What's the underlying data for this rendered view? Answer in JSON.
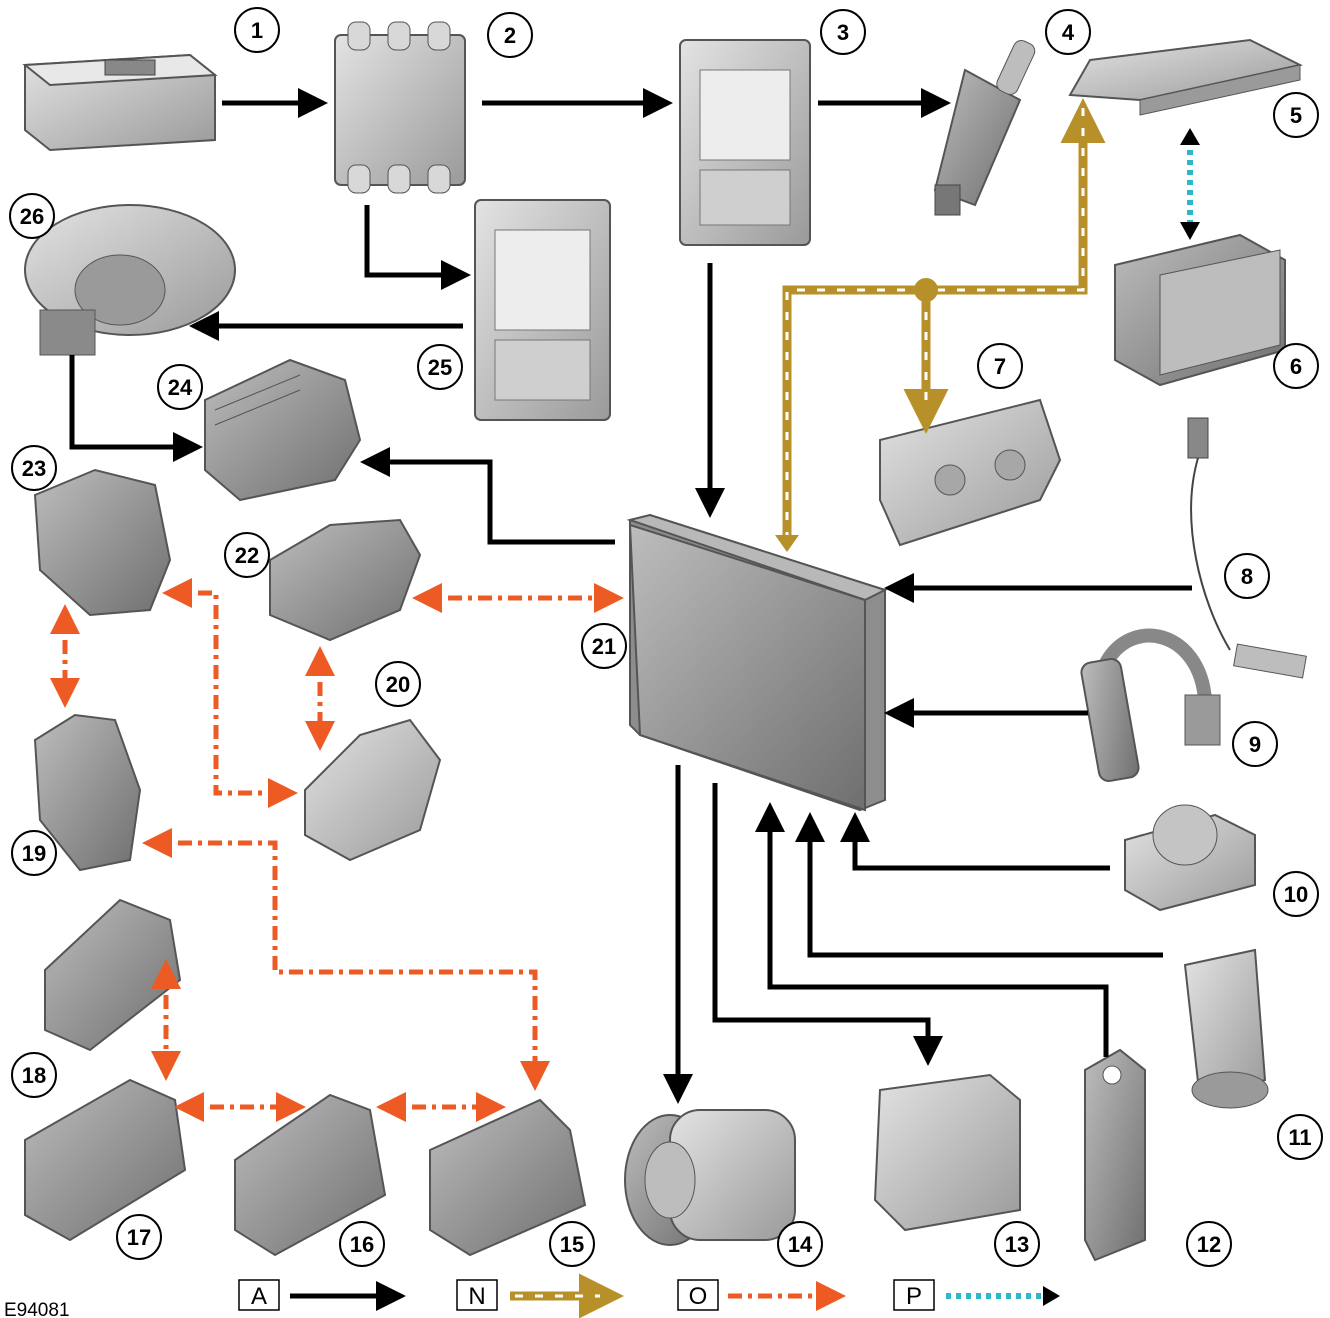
{
  "figure": {
    "reference": "E94081",
    "labels": {
      "n1": "1",
      "n2": "2",
      "n3": "3",
      "n4": "4",
      "n5": "5",
      "n6": "6",
      "n7": "7",
      "n8": "8",
      "n9": "9",
      "n10": "10",
      "n11": "11",
      "n12": "12",
      "n13": "13",
      "n14": "14",
      "n15": "15",
      "n16": "16",
      "n17": "17",
      "n18": "18",
      "n19": "19",
      "n20": "20",
      "n21": "21",
      "n22": "22",
      "n23": "23",
      "n24": "24",
      "n25": "25",
      "n26": "26"
    }
  },
  "legend": [
    {
      "key": "A",
      "style": "solid",
      "color": "#000000"
    },
    {
      "key": "N",
      "style": "dashed-gold",
      "color": "#b8902a"
    },
    {
      "key": "O",
      "style": "dash-dot-orange",
      "color": "#ee5a24"
    },
    {
      "key": "P",
      "style": "dotted-cyan",
      "color": "#2bb7c9"
    }
  ],
  "colors": {
    "power_line": "#000000",
    "can_bus": "#b8902a",
    "lin_bus": "#ee5a24",
    "video_link": "#2bb7c9",
    "component_fill": "#c9c9c9",
    "component_stroke": "#555555"
  }
}
